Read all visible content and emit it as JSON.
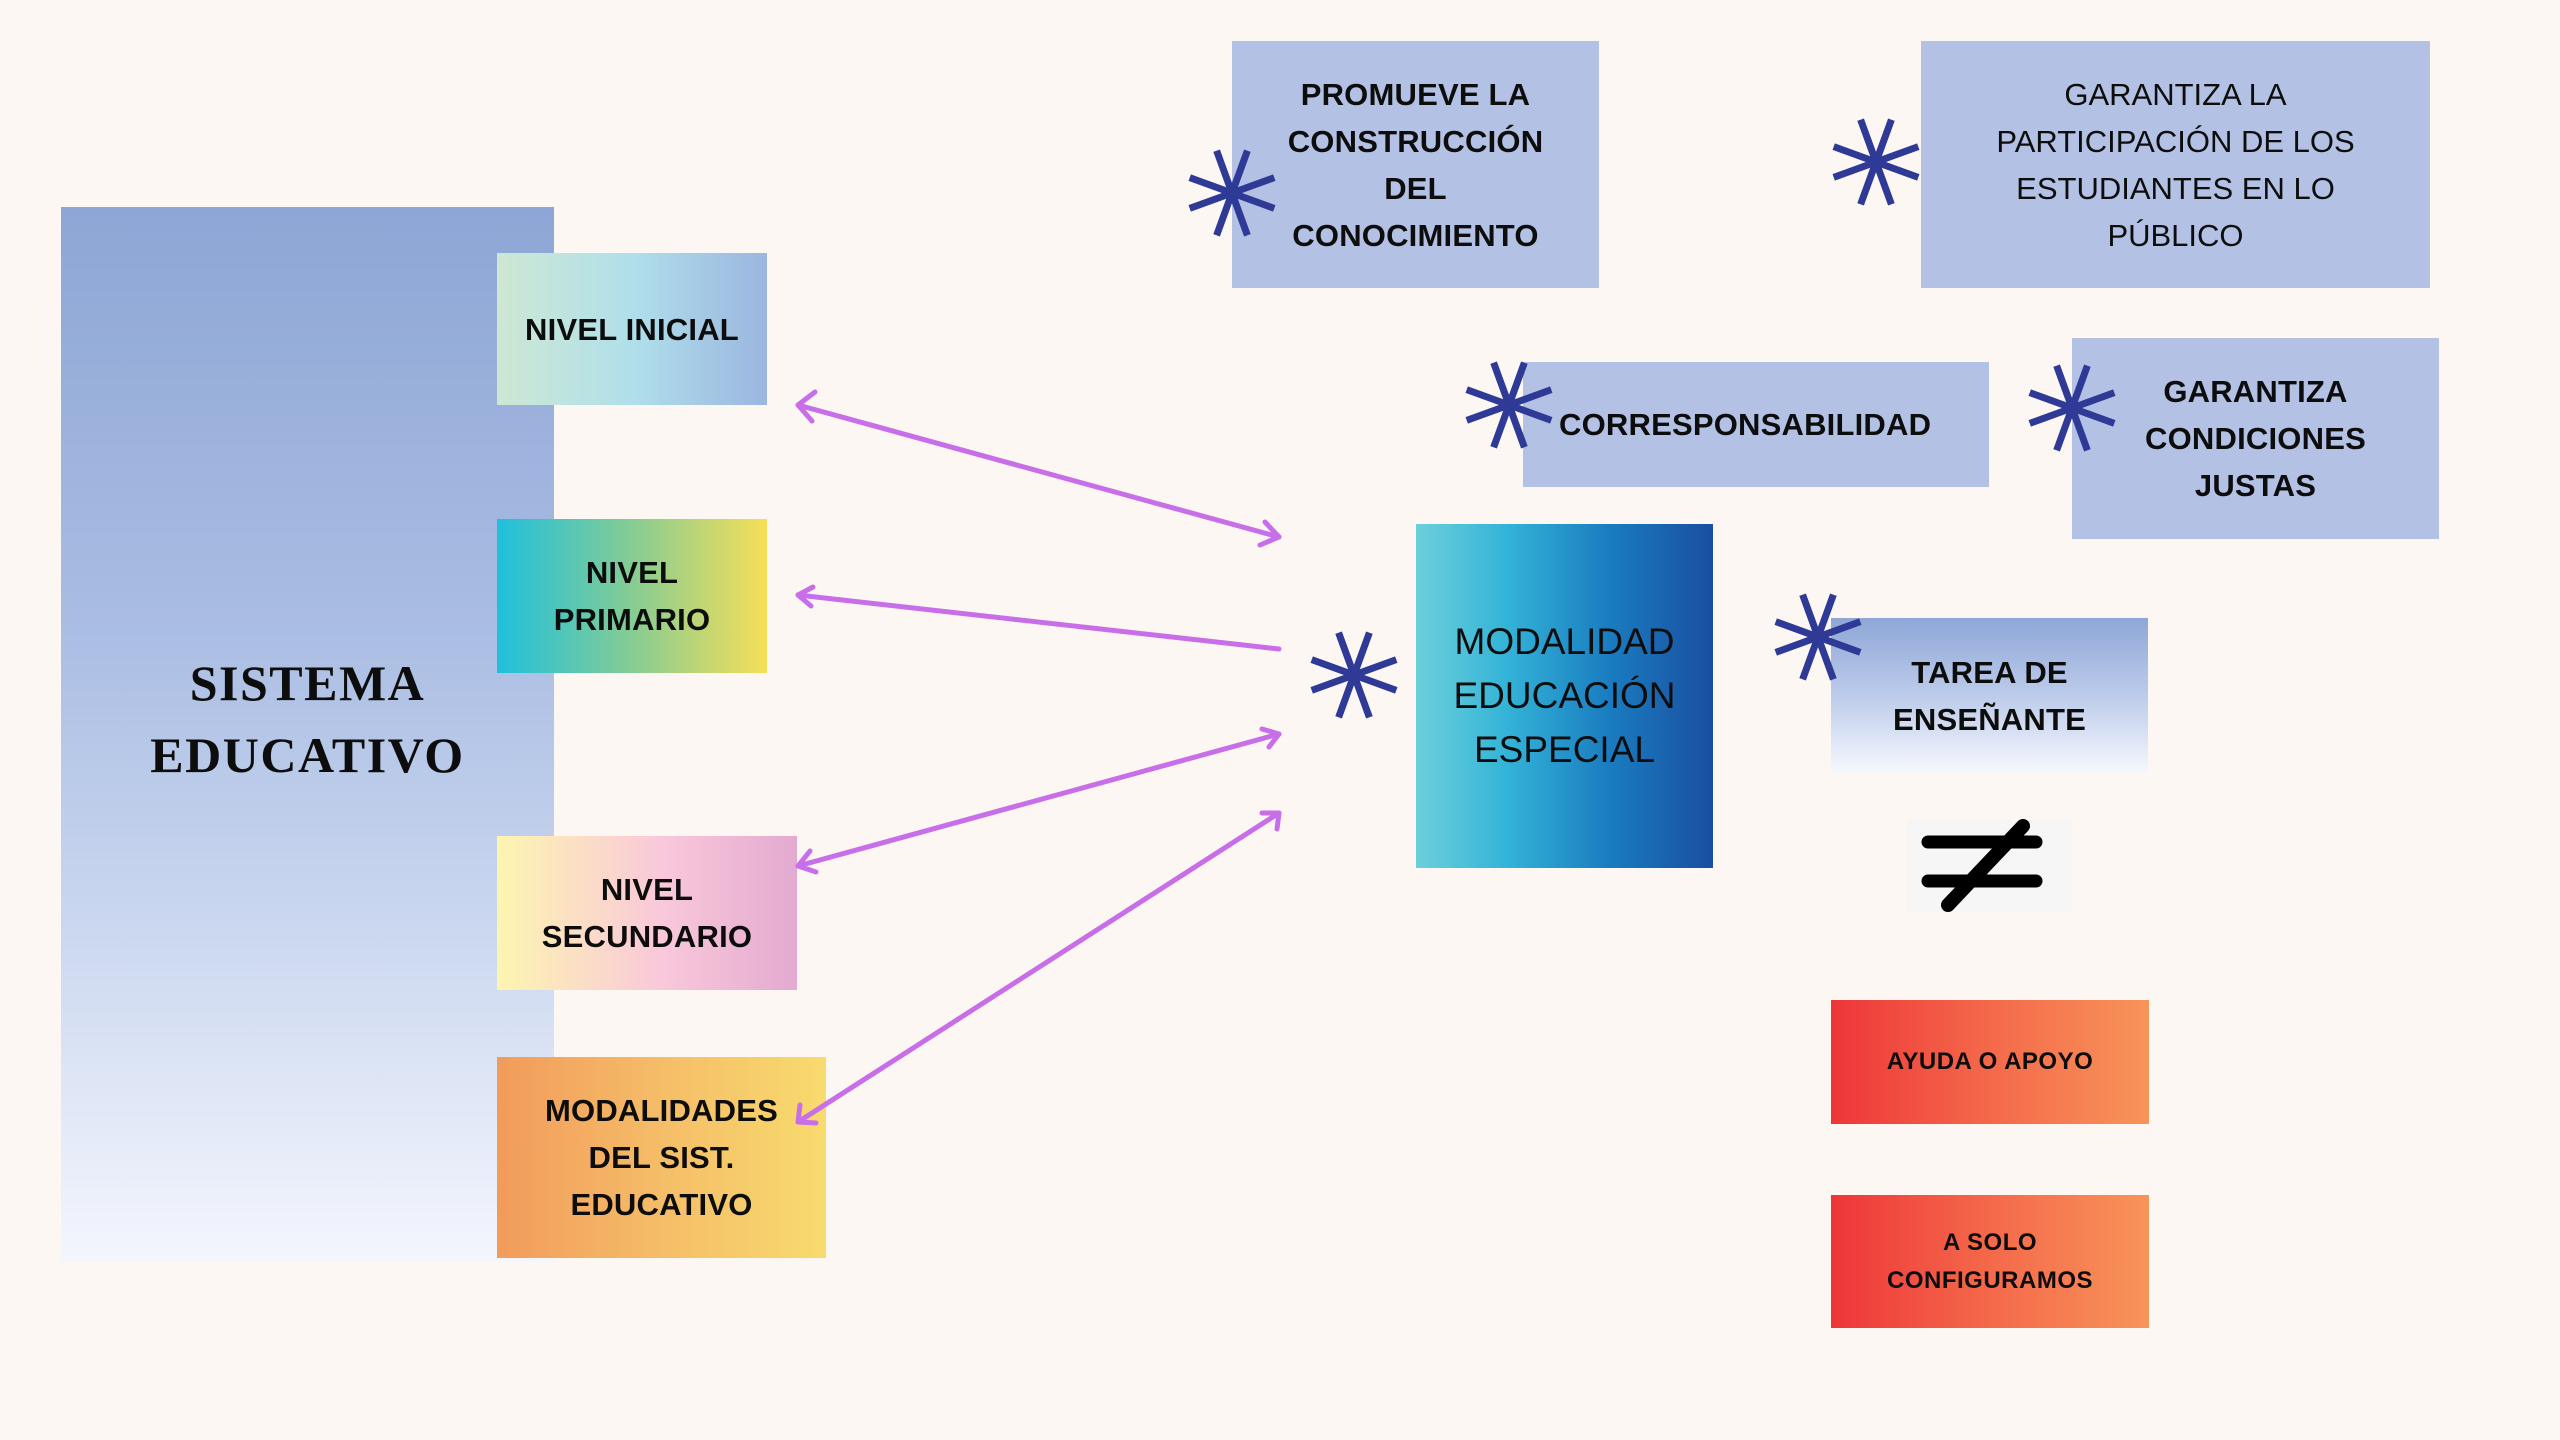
{
  "sidebar": {
    "title": "SISTEMA\nEDUCATIVO"
  },
  "levels": [
    {
      "label": "NIVEL INICIAL"
    },
    {
      "label": "NIVEL\nPRIMARIO"
    },
    {
      "label": "NIVEL\nSECUNDARIO"
    },
    {
      "label": "MODALIDADES\nDEL SIST.\nEDUCATIVO"
    }
  ],
  "center": {
    "label": "MODALIDAD\nEDUCACIÓN\nESPECIAL"
  },
  "principles": [
    {
      "label": "PROMUEVE LA\nCONSTRUCCIÓN\nDEL\nCONOCIMIENTO"
    },
    {
      "label": "GARANTIZA LA\nPARTICIPACIÓN DE LOS\nESTUDIANTES EN LO\nPÚBLICO"
    },
    {
      "label": "CORRESPONSABILIDAD"
    },
    {
      "label": "GARANTIZA\nCONDICIONES\nJUSTAS"
    }
  ],
  "task": {
    "label": "TAREA DE\nENSEÑANTE"
  },
  "not_equal_icon": "not-equal-sign",
  "contrasts": [
    {
      "label": "AYUDA O APOYO"
    },
    {
      "label": "A  SOLO\nCONFIGURAMOS"
    }
  ],
  "colors": {
    "background": "#fcf7f3",
    "asterisk": "#2e3a96",
    "arrow": "#c86ee8",
    "principle_box": "#b3c1e4"
  }
}
